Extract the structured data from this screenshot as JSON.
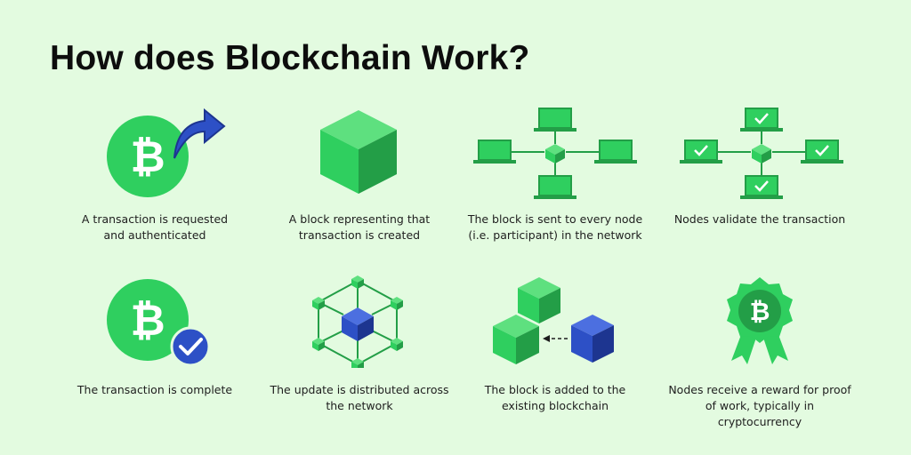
{
  "title": "How does Blockchain Work?",
  "colors": {
    "background": "#e3fbe0",
    "green": "#2fcf5f",
    "green_dark": "#239e47",
    "blue": "#2d50c6",
    "blue_dark": "#1d3590"
  },
  "steps": [
    {
      "icon": "bitcoin-arrow-icon",
      "caption": [
        "A transaction is requested",
        "and authenticated"
      ]
    },
    {
      "icon": "cube-icon",
      "caption": [
        "A block representing that",
        "transaction is created"
      ]
    },
    {
      "icon": "network-computers-icon",
      "caption": [
        "The block is sent to every node",
        "(i.e. participant) in the network"
      ]
    },
    {
      "icon": "validated-network-icon",
      "caption": [
        "Nodes validate the transaction"
      ]
    },
    {
      "icon": "bitcoin-check-icon",
      "caption": [
        "The transaction is complete"
      ]
    },
    {
      "icon": "distributed-cubes-icon",
      "caption": [
        "The update is distributed across",
        "the network"
      ]
    },
    {
      "icon": "blockchain-add-icon",
      "caption": [
        "The block is added to the",
        "existing blockchain"
      ]
    },
    {
      "icon": "reward-badge-icon",
      "caption": [
        "Nodes receive a reward for proof",
        "of work, typically in",
        "cryptocurrency"
      ]
    }
  ]
}
